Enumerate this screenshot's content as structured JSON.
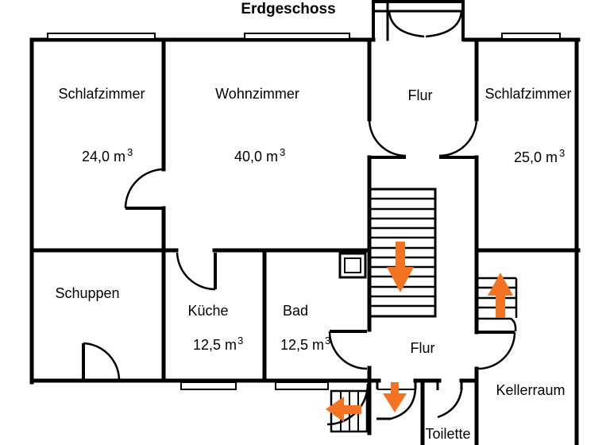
{
  "title": "Erdgeschoss",
  "colors": {
    "wall": "#000000",
    "arrow": "#F37323",
    "background": "#FFFFFF"
  },
  "rooms": [
    {
      "name": "Schlafzimmer",
      "area": "24,0 m",
      "area_sup": "3"
    },
    {
      "name": "Wohnzimmer",
      "area": "40,0 m",
      "area_sup": "3"
    },
    {
      "name": "Flur"
    },
    {
      "name": "Schlafzimmer",
      "area": "25,0 m",
      "area_sup": "3"
    },
    {
      "name": "Schuppen"
    },
    {
      "name": "Küche",
      "area": "12,5 m",
      "area_sup": "3"
    },
    {
      "name": "Bad",
      "area": "12,5 m",
      "area_sup": "3"
    },
    {
      "name": "Flur"
    },
    {
      "name": "Kellerraum"
    },
    {
      "name": "Toilette"
    }
  ],
  "icons": {
    "stairs_down_arrow": "down",
    "basement_up_arrow": "up",
    "exit_down_arrow": "down",
    "exit_left_arrow": "left"
  }
}
